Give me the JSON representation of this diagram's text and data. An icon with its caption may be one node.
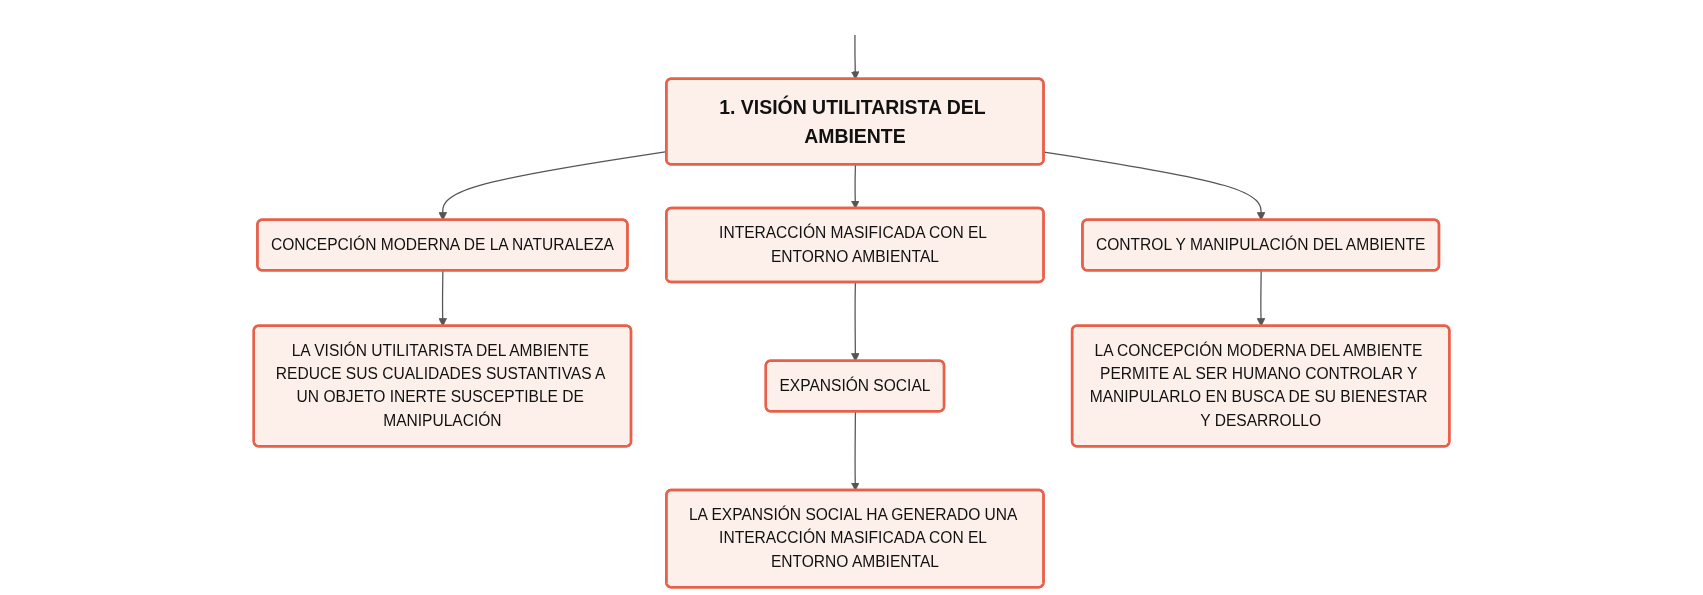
{
  "diagram": {
    "nodes": [
      {
        "text": [
          "1. VISIÓN UTILITARISTA DEL AMBIENTE"
        ]
      },
      {
        "text": [
          "CONCEPCIÓN MODERNA DE LA NATURALEZA"
        ]
      },
      {
        "text": [
          "INTERACCIÓN MASIFICADA CON EL ENTORNO AMBIENTAL"
        ]
      },
      {
        "text": [
          "CONTROL Y MANIPULACIÓN DEL AMBIENTE"
        ]
      },
      {
        "text": [
          "LA VISIÓN UTILITARISTA DEL AMBIENTE REDUCE SUS CUALIDADES SUSTANTIVAS A UN OBJETO INERTE SUSCEPTIBLE DE MANIPULACIÓN"
        ]
      },
      {
        "text": [
          "EXPANSIÓN SOCIAL"
        ]
      },
      {
        "text": [
          "LA EXPANSIÓN SOCIAL HA GENERADO UNA INTERACCIÓN MASIFICADA CON EL ENTORNO AMBIENTAL"
        ]
      },
      {
        "text": [
          "LA CONCEPCIÓN MODERNA DEL AMBIENTE PERMITE AL SER HUMANO CONTROLAR Y MANIPULARLO EN BUSCA DE SU BIENESTAR Y DESARROLLO"
        ]
      }
    ],
    "edges": [
      {
        "from": null,
        "to": 0,
        "arrow": "to"
      },
      {
        "from": 0,
        "to": 1,
        "arrow": "to"
      },
      {
        "from": 0,
        "to": 2,
        "arrow": "to"
      },
      {
        "from": 0,
        "to": 3,
        "arrow": "to"
      },
      {
        "from": 1,
        "to": 4,
        "arrow": "to"
      },
      {
        "from": 2,
        "to": 5,
        "arrow": "to"
      },
      {
        "from": 5,
        "to": 6,
        "arrow": "to"
      },
      {
        "from": 3,
        "to": 7,
        "arrow": "to"
      }
    ]
  }
}
